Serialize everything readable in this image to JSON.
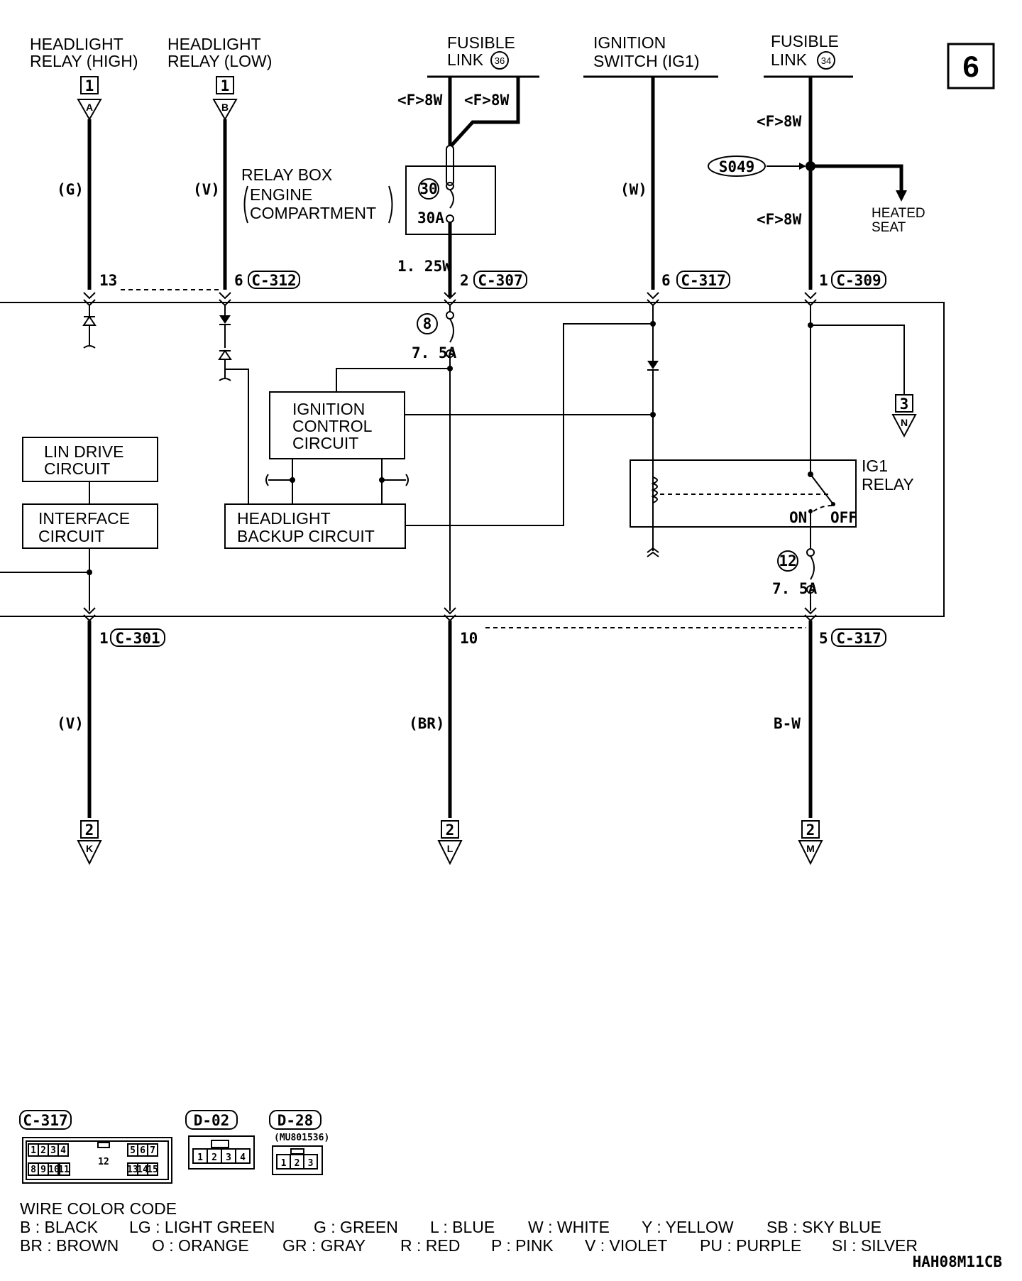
{
  "page_number": "6",
  "sources": {
    "headlight_high": {
      "line1": "HEADLIGHT",
      "line2": "RELAY (HIGH)",
      "num": "1",
      "letter": "A"
    },
    "headlight_low": {
      "line1": "HEADLIGHT",
      "line2": "RELAY (LOW)",
      "num": "1",
      "letter": "B"
    },
    "fusible_36": {
      "line1": "FUSIBLE",
      "line2": "LINK",
      "circle": "36"
    },
    "ignition_switch": {
      "line1": "IGNITION",
      "line2": "SWITCH (IG1)"
    },
    "fusible_34": {
      "line1": "FUSIBLE",
      "line2": "LINK",
      "circle": "34"
    }
  },
  "wires": {
    "w_g": "(G)",
    "w_v_top": "(V)",
    "w_f8w_1": "<F>8W",
    "w_f8w_2": "<F>8W",
    "w_w": "(W)",
    "w_f8w_3": "<F>8W",
    "w_f8w_4": "<F>8W",
    "w_125w": "1. 25W",
    "w_v_bot": "(V)",
    "w_br": "(BR)",
    "w_bw": "B-W"
  },
  "relay_box": {
    "line1": "RELAY BOX",
    "line2": "ENGINE",
    "line3": "COMPARTMENT",
    "fuse_num": "30",
    "fuse_amp": "30A"
  },
  "splice": {
    "id": "S049",
    "dest_line1": "HEATED",
    "dest_line2": "SEAT"
  },
  "connectors_top": {
    "pin13": "13",
    "pin6a": "6",
    "c312": "C-312",
    "pin2": "2",
    "c307": "C-307",
    "pin6b": "6",
    "c317a": "C-317",
    "pin1": "1",
    "c309": "C-309"
  },
  "internal": {
    "fuse8_num": "8",
    "fuse8_amp": "7. 5A",
    "fuse12_num": "12",
    "fuse12_amp": "7. 5A",
    "ignition_ctrl": {
      "l1": "IGNITION",
      "l2": "CONTROL",
      "l3": "CIRCUIT"
    },
    "lin_drive": {
      "l1": "LIN DRIVE",
      "l2": "CIRCUIT"
    },
    "interface": {
      "l1": "INTERFACE",
      "l2": "CIRCUIT"
    },
    "headlight_backup": {
      "l1": "HEADLIGHT",
      "l2": "BACKUP CIRCUIT"
    },
    "ig1_relay": {
      "l1": "IG1",
      "l2": "RELAY",
      "on": "ON",
      "off": "OFF"
    },
    "out_n": {
      "num": "3",
      "letter": "N"
    }
  },
  "connectors_bottom": {
    "pin1": "1",
    "c301": "C-301",
    "pin10": "10",
    "pin5": "5",
    "c317b": "C-317"
  },
  "outputs": {
    "k": {
      "num": "2",
      "letter": "K"
    },
    "l": {
      "num": "2",
      "letter": "L"
    },
    "m": {
      "num": "2",
      "letter": "M"
    }
  },
  "connector_views": {
    "c317": {
      "label": "C-317",
      "top_row": [
        "1",
        "2",
        "3",
        "4",
        "5",
        "6",
        "7"
      ],
      "bottom_row": [
        "8",
        "9",
        "10",
        "11",
        "13",
        "14",
        "15"
      ],
      "center": "12"
    },
    "d02": {
      "label": "D-02",
      "pins": [
        "1",
        "2",
        "3",
        "4"
      ]
    },
    "d28": {
      "label": "D-28",
      "part": "(MU801536)",
      "pins": [
        "1",
        "2",
        "3"
      ]
    }
  },
  "wire_color_code": {
    "title": "WIRE COLOR CODE",
    "row1": [
      "B : BLACK",
      "LG : LIGHT GREEN",
      "G : GREEN",
      "L : BLUE",
      "W : WHITE",
      "Y : YELLOW",
      "SB : SKY BLUE"
    ],
    "row2": [
      "BR : BROWN",
      "O : ORANGE",
      "GR : GRAY",
      "R : RED",
      "P : PINK",
      "V : VIOLET",
      "PU : PURPLE",
      "SI : SILVER"
    ]
  },
  "figure_code": "HAH08M11CB"
}
